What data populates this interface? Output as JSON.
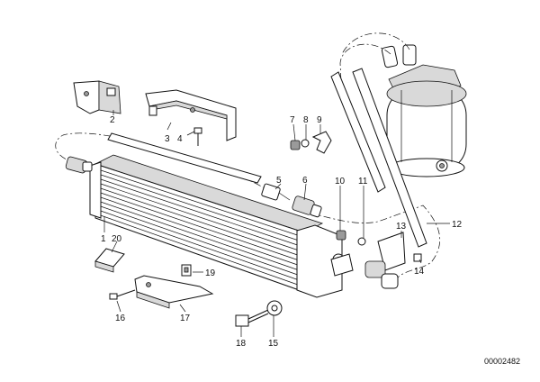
{
  "callouts": {
    "c1": "1",
    "c2": "2",
    "c3": "3",
    "c4": "4",
    "c5": "5",
    "c6": "6",
    "c7": "7",
    "c8": "8",
    "c9": "9",
    "c10": "10",
    "c11": "11",
    "c12": "12",
    "c13": "13",
    "c14": "14",
    "c15": "15",
    "c16": "16",
    "c17": "17",
    "c18": "18",
    "c19": "19",
    "c20": "20"
  },
  "drawing_code": "00002482"
}
